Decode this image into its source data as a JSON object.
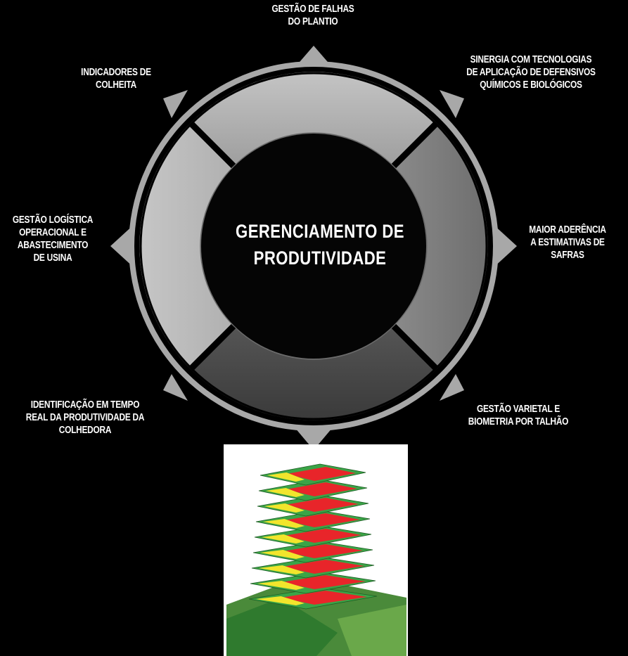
{
  "center": {
    "line1": "GERENCIAMENTO DE",
    "line2": "PRODUTIVIDADE"
  },
  "labels": {
    "top": [
      "GESTÃO DE FALHAS",
      "DO PLANTIO"
    ],
    "top_right": [
      "SINERGIA COM TECNOLOGIAS",
      "DE APLICAÇÃO DE DEFENSIVOS",
      "QUÍMICOS E BIOLÓGICOS"
    ],
    "right": [
      "MAIOR ADERÊNCIA",
      "A ESTIMATIVAS DE",
      "SAFRAS"
    ],
    "bottom_right": [
      "GESTÃO VARIETAL E",
      "BIOMETRIA POR TALHÃO"
    ],
    "bottom_left": [
      "IDENTIFICAÇÃO EM TEMPO",
      "REAL DA PRODUTIVIDADE DA",
      "COLHEDORA"
    ],
    "left": [
      "GESTÃO LOGÍSTICA",
      "OPERACIONAL E",
      "ABASTECIMENTO",
      "DE USINA"
    ],
    "top_left": [
      "INDICADORES DE",
      "COLHEITA"
    ]
  },
  "colors": {
    "background": "#000000",
    "ring_outer": "#a8a8a8",
    "segment_light": "#b4b4b4",
    "segment_mid": "#8f8f8f",
    "segment_dark": "#4a4a4a",
    "center_disc": "#0a0a0a",
    "map_red": "#e8252a",
    "map_green": "#3aa447",
    "map_yellow": "#f2e52c"
  }
}
